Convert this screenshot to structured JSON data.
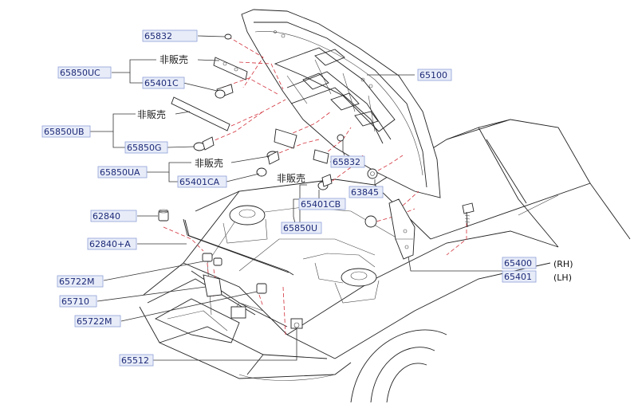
{
  "parts": {
    "p65832a": "65832",
    "p65850UC": "65850UC",
    "p65401C": "65401C",
    "p65850UB": "65850UB",
    "p65850G": "65850G",
    "p65850UA": "65850UA",
    "p65401CA": "65401CA",
    "p65832b": "65832",
    "p63845": "63845",
    "p65401CB": "65401CB",
    "p65850U": "65850U",
    "p62840": "62840",
    "p62840A": "62840+A",
    "p65722Ma": "65722M",
    "p65710": "65710",
    "p65722Mb": "65722M",
    "p65512": "65512",
    "p65100": "65100",
    "p65400": "65400",
    "p65401": "65401"
  },
  "notes": {
    "not_for_sale_1": "非販売",
    "not_for_sale_2": "非販売",
    "not_for_sale_3": "非販売",
    "not_for_sale_4": "非販売",
    "rh": "(RH)",
    "lh": "(LH)"
  }
}
